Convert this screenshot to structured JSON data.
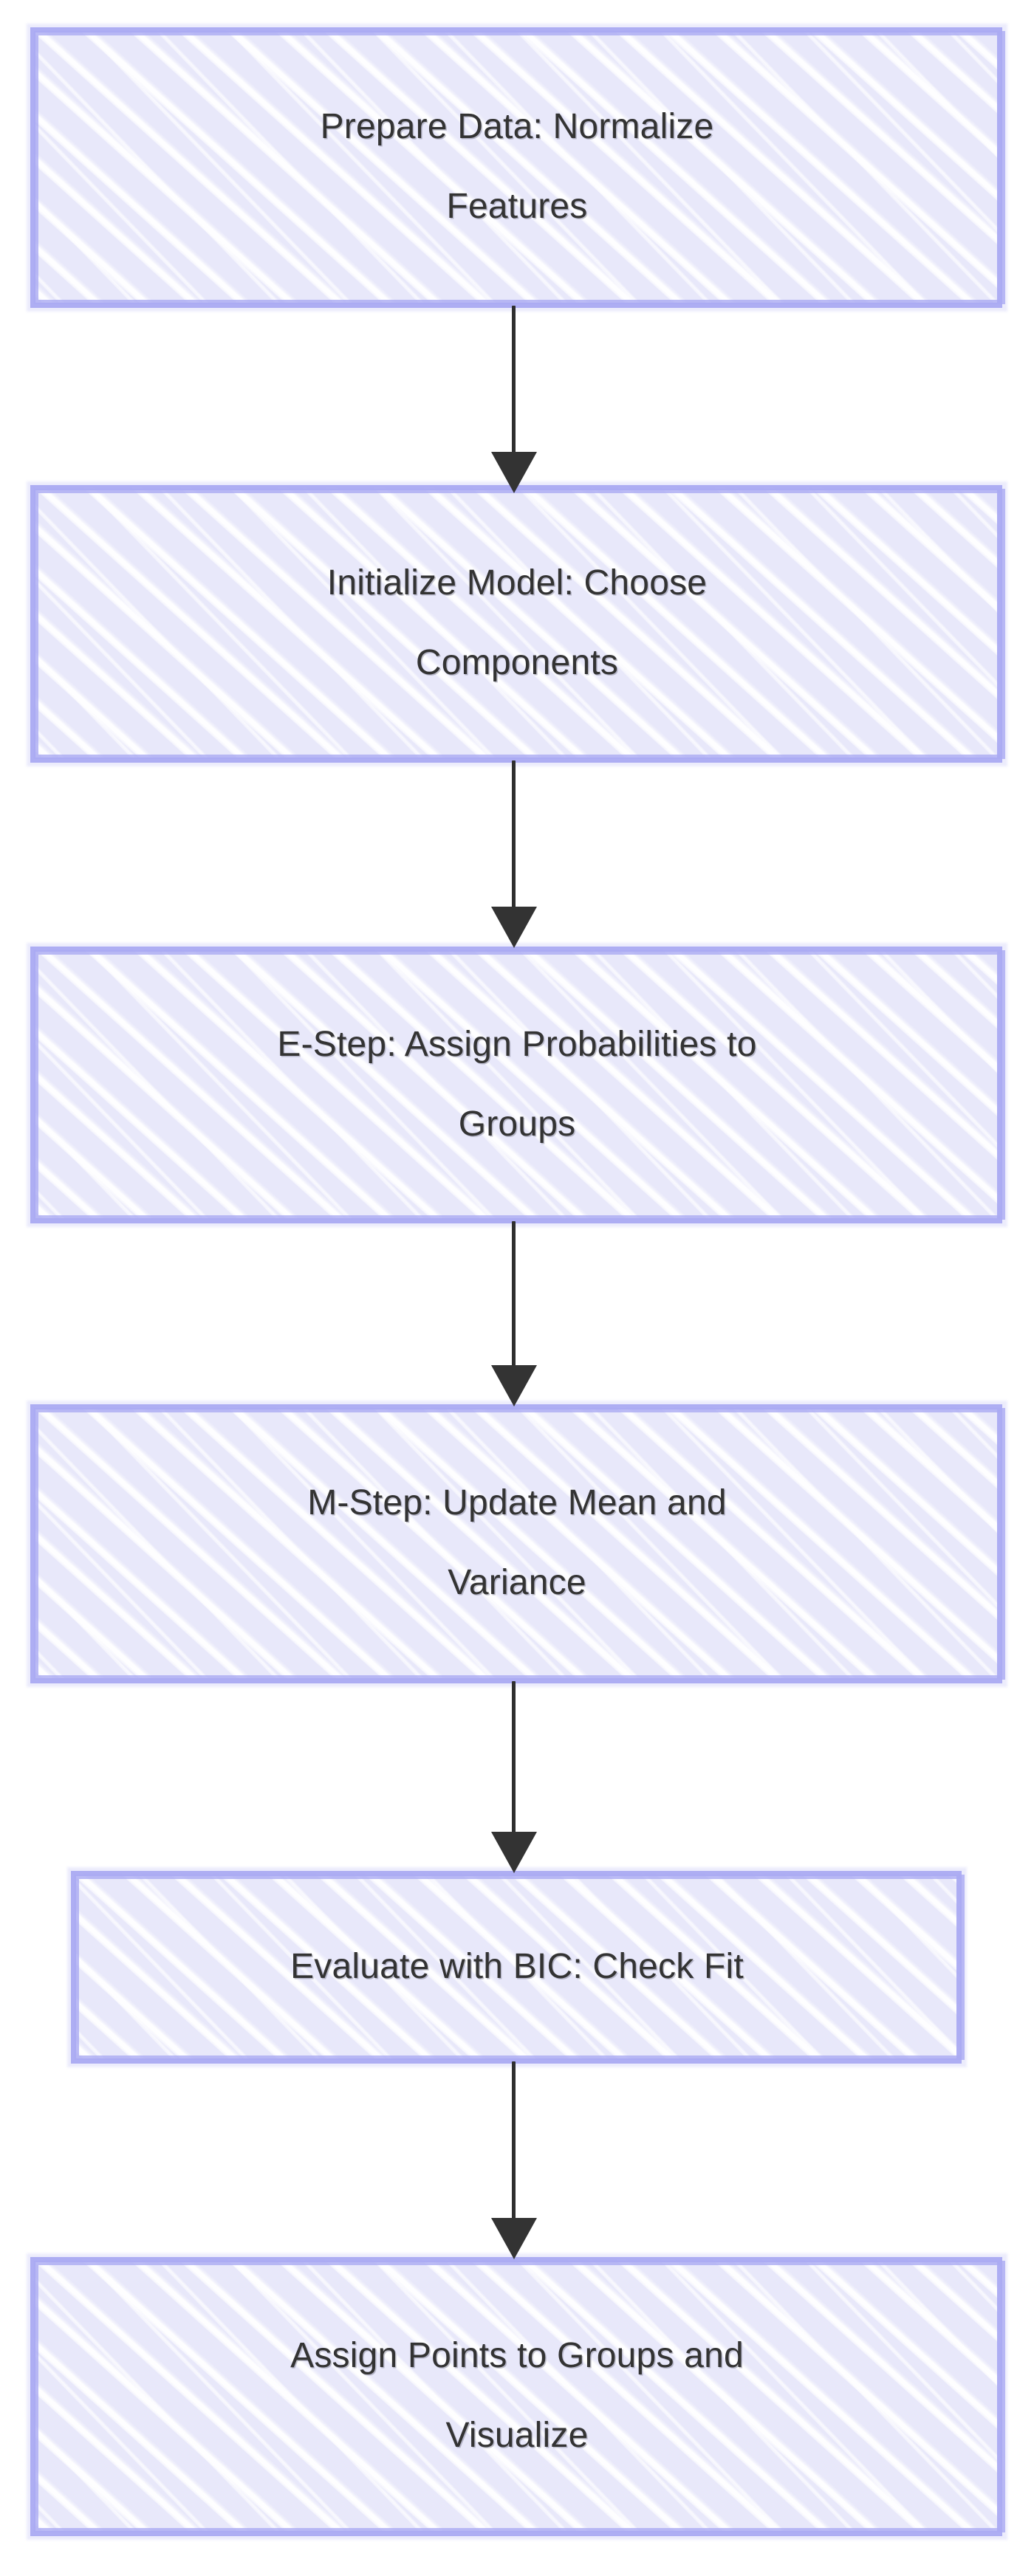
{
  "diagram": {
    "type": "flowchart",
    "orientation": "top-to-bottom",
    "style": "hand-drawn-sketch",
    "colors": {
      "node_fill": "#e8e8fa",
      "node_border": "#aaaaf2",
      "node_text": "#333333",
      "edge": "#333333",
      "background": "#ffffff"
    },
    "nodes": [
      {
        "id": "prepare-data",
        "label": "Prepare Data: Normalize\nFeatures",
        "line1": "Prepare Data: Normalize",
        "line2": "Features"
      },
      {
        "id": "initialize-model",
        "label": "Initialize Model: Choose\nComponents",
        "line1": "Initialize Model: Choose",
        "line2": "Components"
      },
      {
        "id": "e-step",
        "label": "E-Step: Assign Probabilities to\nGroups",
        "line1": "E-Step: Assign Probabilities to",
        "line2": "Groups"
      },
      {
        "id": "m-step",
        "label": "M-Step: Update Mean and\nVariance",
        "line1": "M-Step: Update Mean and",
        "line2": "Variance"
      },
      {
        "id": "evaluate-bic",
        "label": "Evaluate with BIC: Check Fit",
        "line1": "Evaluate with BIC: Check Fit",
        "line2": ""
      },
      {
        "id": "assign-visualize",
        "label": "Assign Points to Groups and\nVisualize",
        "line1": "Assign Points to Groups and",
        "line2": "Visualize"
      }
    ],
    "edges": [
      {
        "from": "prepare-data",
        "to": "initialize-model",
        "label": ""
      },
      {
        "from": "initialize-model",
        "to": "e-step",
        "label": ""
      },
      {
        "from": "e-step",
        "to": "m-step",
        "label": ""
      },
      {
        "from": "m-step",
        "to": "evaluate-bic",
        "label": ""
      },
      {
        "from": "evaluate-bic",
        "to": "assign-visualize",
        "label": ""
      }
    ]
  }
}
